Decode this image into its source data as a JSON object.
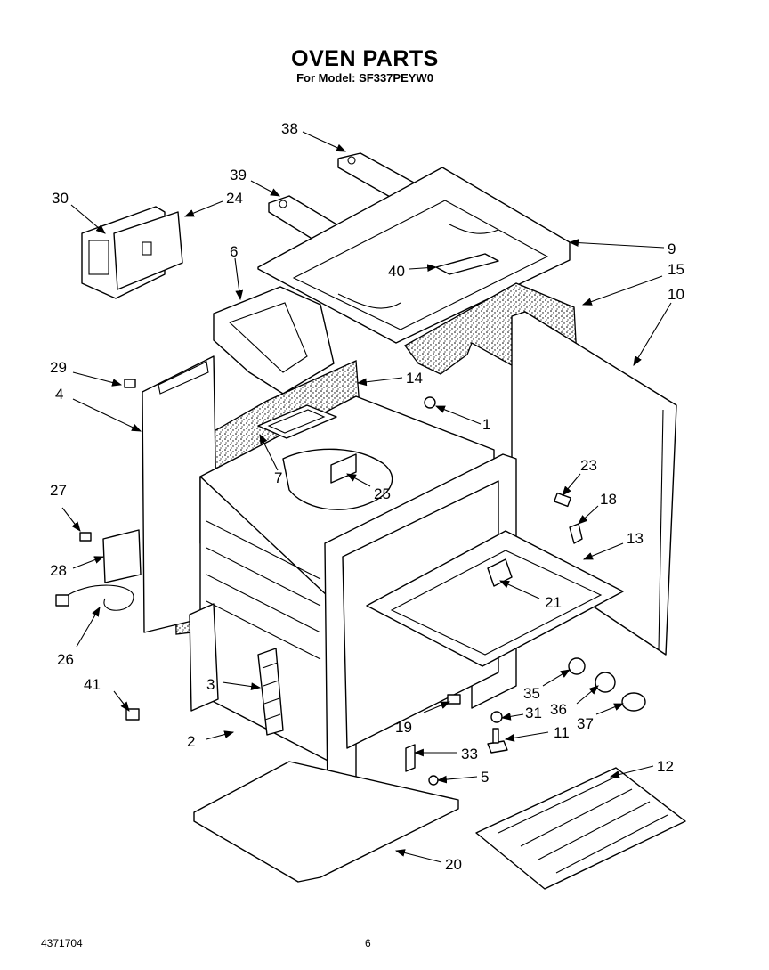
{
  "header": {
    "title": "OVEN PARTS",
    "subtitle": "For Model: SF337PEYW0"
  },
  "footer": {
    "doc_number": "4371704",
    "page_number": "6"
  },
  "callouts": {
    "c1": "1",
    "c2": "2",
    "c3": "3",
    "c4": "4",
    "c5": "5",
    "c6": "6",
    "c7": "7",
    "c9": "9",
    "c10": "10",
    "c11": "11",
    "c12": "12",
    "c13": "13",
    "c14": "14",
    "c15": "15",
    "c18": "18",
    "c19": "19",
    "c20": "20",
    "c21": "21",
    "c23": "23",
    "c24": "24",
    "c25": "25",
    "c26": "26",
    "c27": "27",
    "c28": "28",
    "c29": "29",
    "c30": "30",
    "c31": "31",
    "c33": "33",
    "c35": "35",
    "c36": "36",
    "c37": "37",
    "c38": "38",
    "c39": "39",
    "c40": "40",
    "c41": "41"
  }
}
